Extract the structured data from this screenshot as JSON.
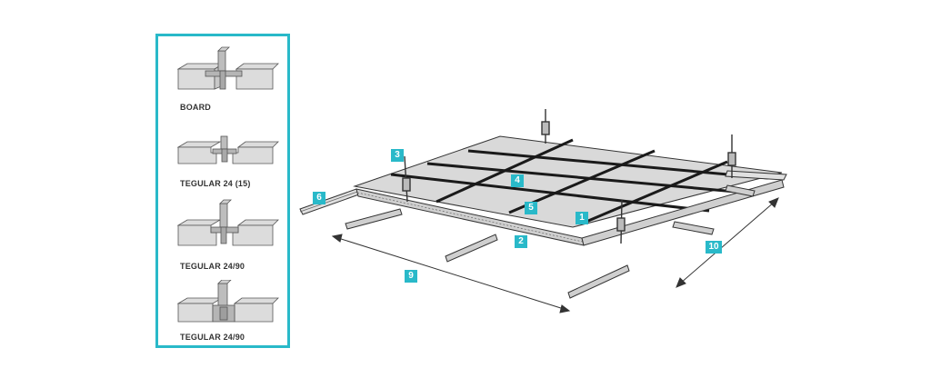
{
  "legend": {
    "items": [
      {
        "label": "BOARD"
      },
      {
        "label": "TEGULAR 24 (15)"
      },
      {
        "label": "TEGULAR 24/90"
      },
      {
        "label": "TEGULAR 24/90"
      }
    ]
  },
  "callouts": [
    "1",
    "2",
    "3",
    "4",
    "5",
    "6",
    "9",
    "10"
  ],
  "colors": {
    "accent": "#29b9c9",
    "panel_fill": "#d9d9d9",
    "line": "#333333"
  }
}
